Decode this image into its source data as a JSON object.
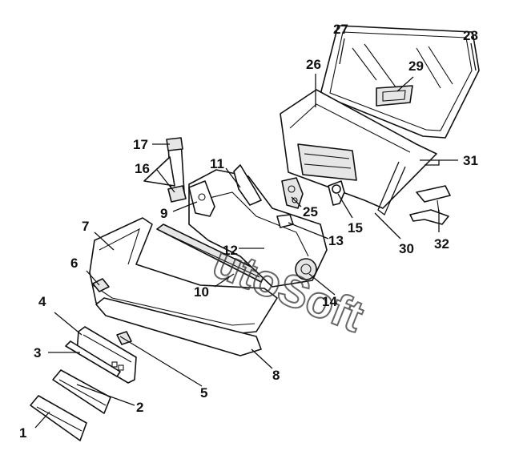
{
  "diagram": {
    "callouts": [
      {
        "id": "1",
        "label": "1"
      },
      {
        "id": "2",
        "label": "2"
      },
      {
        "id": "3",
        "label": "3"
      },
      {
        "id": "4",
        "label": "4"
      },
      {
        "id": "5",
        "label": "5"
      },
      {
        "id": "6",
        "label": "6"
      },
      {
        "id": "7",
        "label": "7"
      },
      {
        "id": "8",
        "label": "8"
      },
      {
        "id": "9",
        "label": "9"
      },
      {
        "id": "10",
        "label": "10"
      },
      {
        "id": "11",
        "label": "11"
      },
      {
        "id": "12",
        "label": "12"
      },
      {
        "id": "13",
        "label": "13"
      },
      {
        "id": "14",
        "label": "14"
      },
      {
        "id": "15",
        "label": "15"
      },
      {
        "id": "16",
        "label": "16"
      },
      {
        "id": "17",
        "label": "17"
      },
      {
        "id": "25",
        "label": "25"
      },
      {
        "id": "26",
        "label": "26"
      },
      {
        "id": "27",
        "label": "27"
      },
      {
        "id": "28",
        "label": "28"
      },
      {
        "id": "29",
        "label": "29"
      },
      {
        "id": "30",
        "label": "30"
      },
      {
        "id": "31",
        "label": "31"
      },
      {
        "id": "32",
        "label": "32"
      }
    ],
    "watermark": "utoSoft",
    "colors": {
      "line": "#111111",
      "background": "#ffffff",
      "shade": "#e6e6e6"
    }
  }
}
